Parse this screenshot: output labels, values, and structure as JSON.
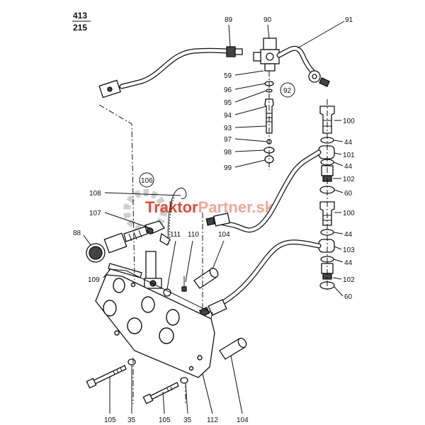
{
  "page_ref": {
    "top": "413",
    "bottom": "215"
  },
  "watermark": {
    "part1": "Traktor",
    "part2": "Partner",
    "part3": ".sk",
    "color1": "#e24a3b",
    "color2": "#f2a599"
  },
  "callouts": {
    "c89": "89",
    "c90": "90",
    "c91": "91",
    "c59": "59",
    "c96": "96",
    "c95": "95",
    "c92": "92",
    "c94": "94",
    "c93": "93",
    "c97": "97",
    "c98": "98",
    "c99": "99",
    "c100a": "100",
    "c44a": "44",
    "c101": "101",
    "c44b": "44",
    "c102a": "102",
    "c60a": "60",
    "c100b": "100",
    "c44c": "44",
    "c103": "103",
    "c44d": "44",
    "c102b": "102",
    "c60b": "60",
    "c106": "106",
    "c108": "108",
    "c107": "107",
    "c88": "88",
    "c111": "111",
    "c110": "110",
    "c104a": "104",
    "c109": "109",
    "c105a": "105",
    "c35a": "35",
    "c105b": "105",
    "c35b": "35",
    "c112": "112",
    "c104b": "104"
  }
}
